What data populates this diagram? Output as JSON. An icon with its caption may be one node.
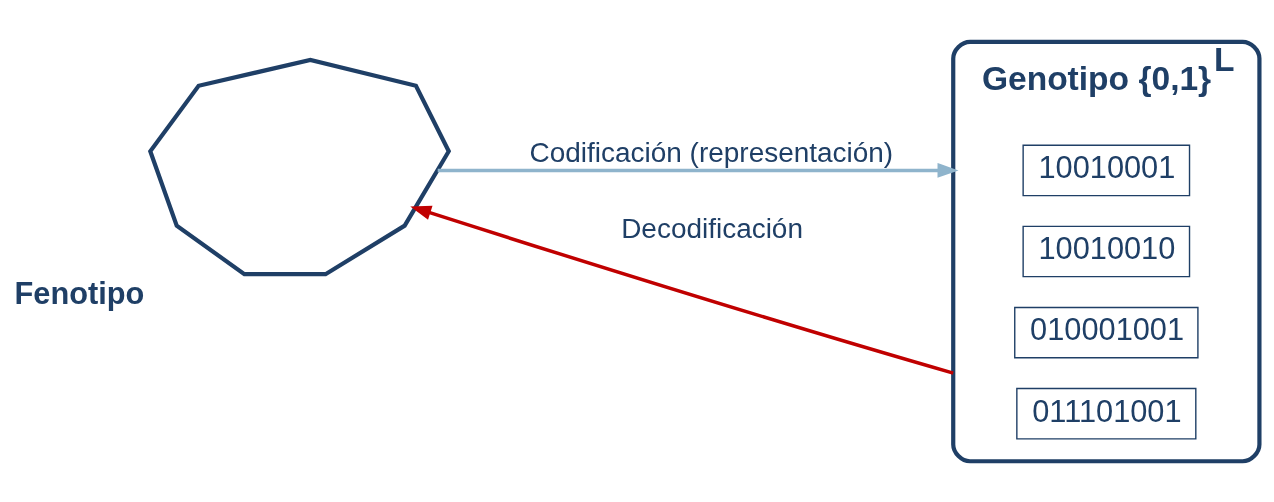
{
  "diagram": {
    "nodes": [
      {
        "text": [
          "Fenotipo"
        ]
      },
      {
        "text": [
          "Genotipo {0,1}$^{L}$"
        ]
      },
      {
        "text": [
          "10010001"
        ],
        "in": 1
      },
      {
        "text": [
          "10010010"
        ],
        "in": 1
      },
      {
        "text": [
          "010001001"
        ],
        "in": 1
      },
      {
        "text": [
          "011101001"
        ],
        "in": 1
      }
    ],
    "edges": [
      {
        "from": 0,
        "to": 1,
        "arrow": "to",
        "label": "Codificación (representación)",
        "color": "#8fb4cc"
      },
      {
        "from": 1,
        "to": 0,
        "arrow": "to",
        "label": "Decodificación",
        "color": "#c00000"
      }
    ]
  }
}
